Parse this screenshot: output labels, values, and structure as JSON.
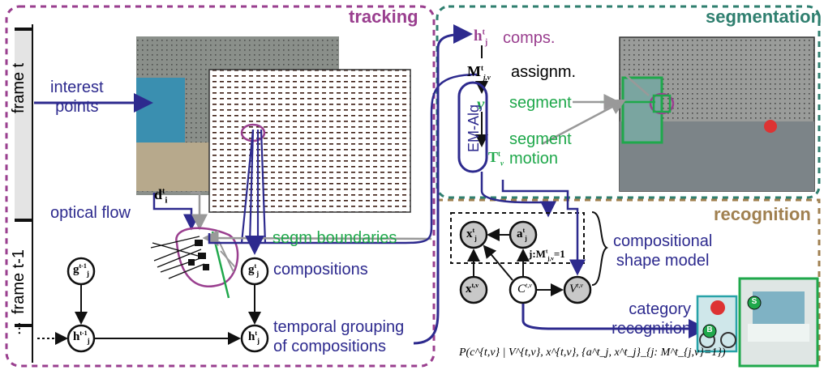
{
  "sections": {
    "tracking": "tracking",
    "segmentation": "segmentation",
    "recognition": "recognition"
  },
  "timeline": {
    "frame_t": "frame t",
    "frame_t1": "frame t-1",
    "ellipsis": "..."
  },
  "tracking": {
    "interest_points": [
      "interest",
      "points"
    ],
    "optical_flow": "optical flow",
    "d_symbol": "d",
    "d_sub": "i",
    "d_sup": "t",
    "segm_boundaries": "segm boundaries",
    "compositions": "compositions",
    "temporal_grouping": [
      "temporal grouping",
      "of compositions"
    ],
    "nodes": {
      "g_prev": "g",
      "g_cur": "g",
      "h_prev": "h",
      "h_cur": "h",
      "sub": "j",
      "sup_prev": "t-1",
      "sup_cur": "t"
    }
  },
  "segmentation": {
    "h_node": "h",
    "comps": "comps.",
    "M_node": "M",
    "M_sub": "j,v",
    "assignm": "assignm.",
    "v_node": "v",
    "segment": "segment",
    "em_alg": "EM-Alg",
    "T_node": "T",
    "T_sub": "v",
    "segment_motion": [
      "segment",
      "motion"
    ]
  },
  "recognition": {
    "x_node": "x",
    "a_node": "a",
    "X_node": "x",
    "C_node": "C",
    "V_node": "V",
    "plate_label": "j:M",
    "plate_suffix": "=1",
    "shape_model": [
      "compositional",
      "shape model"
    ],
    "category": [
      "category",
      "recognition"
    ],
    "badge_b": "B",
    "badge_s": "S",
    "formula": "P(c^{t,ν} | V^{t,ν}, x^{t,ν}, {a^t_j, x^t_j}_{j: M^t_{j,ν}=1})"
  },
  "colors": {
    "tracking_border": "#9a3f8f",
    "segmentation_border": "#2f7f6f",
    "recognition_border": "#a08050",
    "arrow_blue": "#2d2a8e",
    "text_green": "#1fa84b",
    "node_gray": "#c8c8c8"
  }
}
